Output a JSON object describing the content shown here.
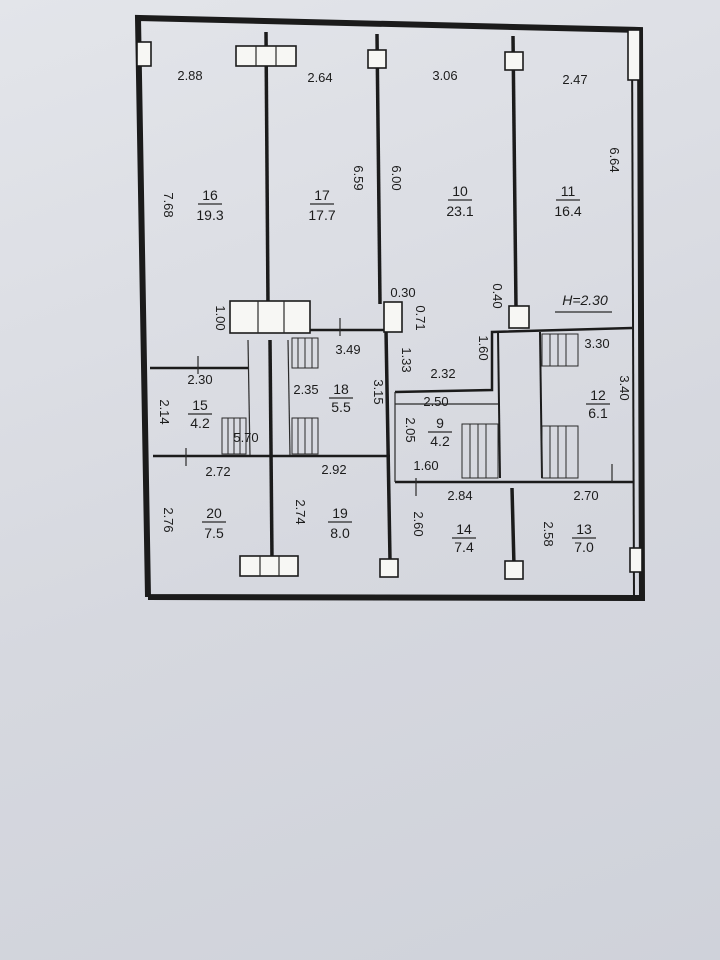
{
  "rooms": [
    {
      "number": "16",
      "area": "19.3"
    },
    {
      "number": "17",
      "area": "17.7"
    },
    {
      "number": "10",
      "area": "23.1"
    },
    {
      "number": "11",
      "area": "16.4"
    },
    {
      "number": "15",
      "area": "4.2"
    },
    {
      "number": "18",
      "area": "5.5"
    },
    {
      "number": "9",
      "area": "4.2"
    },
    {
      "number": "12",
      "area": "6.1"
    },
    {
      "number": "20",
      "area": "7.5"
    },
    {
      "number": "19",
      "area": "8.0"
    },
    {
      "number": "14",
      "area": "7.4"
    },
    {
      "number": "13",
      "area": "7.0"
    }
  ],
  "dimensions": {
    "top_1": "2.88",
    "top_2": "2.64",
    "top_3": "3.06",
    "top_4": "2.47",
    "v_16": "7.68",
    "v_17": "6.59",
    "v_10": "6.00",
    "v_11": "6.64",
    "d_030": "0.30",
    "d_071": "0.71",
    "d_040": "0.40",
    "d_100": "1.00",
    "d_349": "3.49",
    "d_133": "1.33",
    "d_160a": "1.60",
    "d_232": "2.32",
    "d_330": "3.30",
    "d_340": "3.40",
    "d_230": "2.30",
    "d_235": "2.35",
    "d_315": "3.15",
    "d_250": "2.50",
    "d_214": "2.14",
    "d_205": "2.05",
    "d_570": "5.70",
    "d_272": "2.72",
    "d_292": "2.92",
    "d_160b": "1.60",
    "d_284": "2.84",
    "d_270": "2.70",
    "d_276": "2.76",
    "d_274": "2.74",
    "d_260": "2.60",
    "d_258": "2.58"
  },
  "height_label": "H=2.30"
}
